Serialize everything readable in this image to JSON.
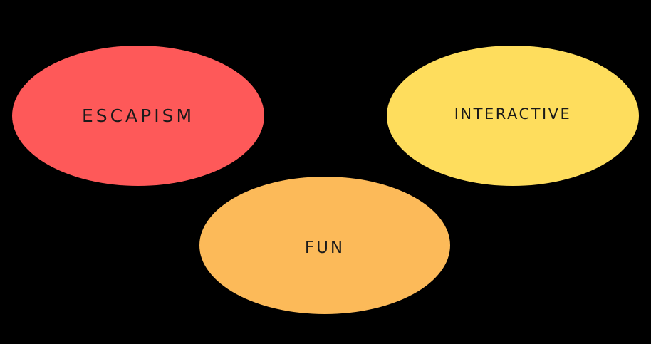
{
  "diagram": {
    "nodes": [
      {
        "id": "escapism",
        "label": "ESCAPISM",
        "color": "#FE5959"
      },
      {
        "id": "interactive",
        "label": "INTERACTIVE",
        "color": "#FEDD5D"
      },
      {
        "id": "fun",
        "label": "FUN",
        "color": "#FCBA59"
      }
    ],
    "background_color": "#000000"
  }
}
